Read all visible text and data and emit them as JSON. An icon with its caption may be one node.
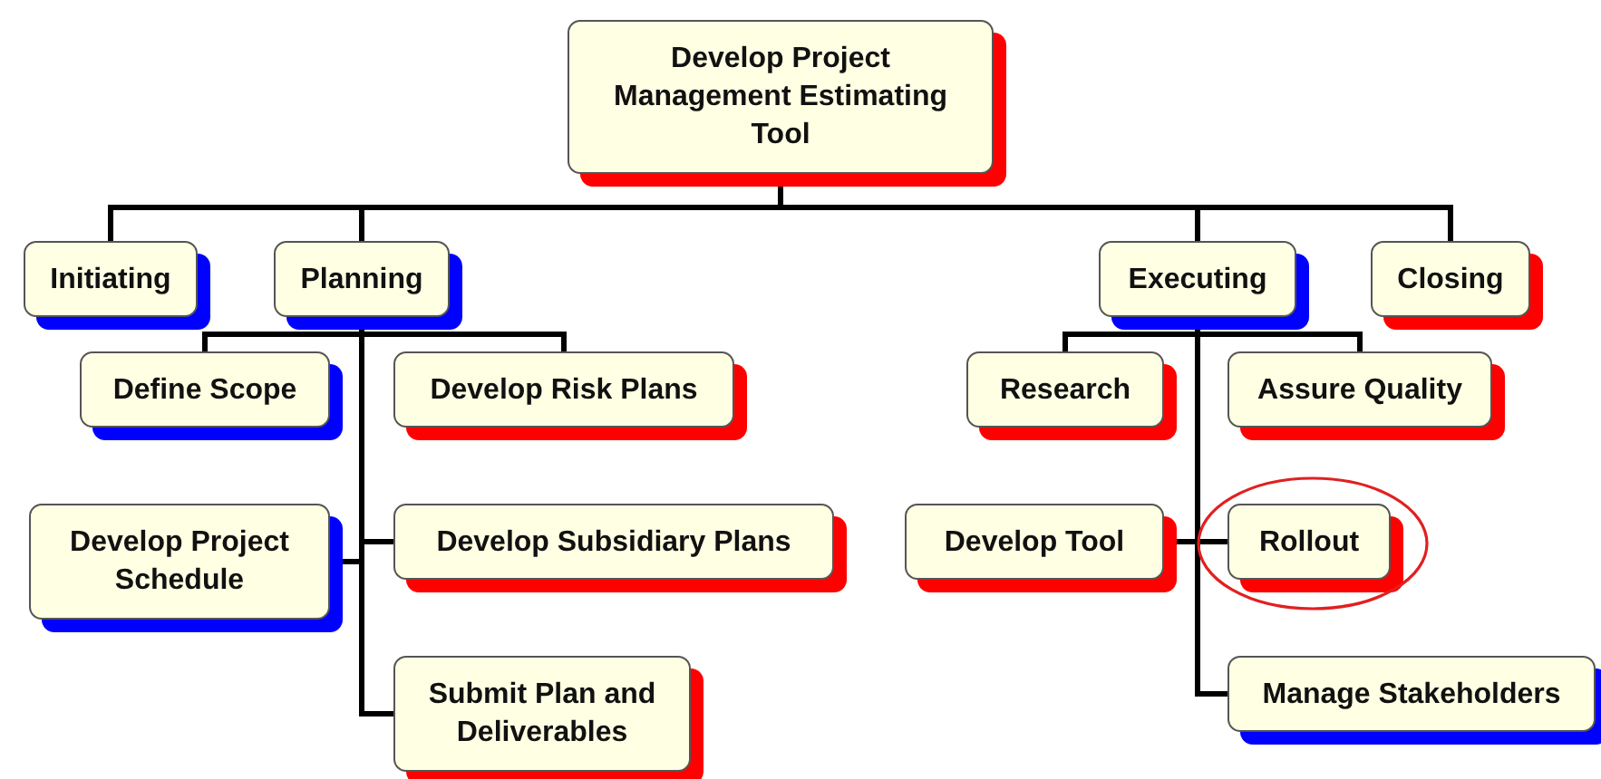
{
  "diagram": {
    "nodes": [
      {
        "text": [
          "Develop Project Management Estimating Tool"
        ]
      },
      {
        "text": [
          "Initiating"
        ]
      },
      {
        "text": [
          "Planning"
        ]
      },
      {
        "text": [
          "Executing"
        ]
      },
      {
        "text": [
          "Closing"
        ]
      },
      {
        "text": [
          "Define Scope"
        ]
      },
      {
        "text": [
          "Develop Risk Plans"
        ]
      },
      {
        "text": [
          "Research"
        ]
      },
      {
        "text": [
          "Assure Quality"
        ]
      },
      {
        "text": [
          "Develop Project Schedule"
        ]
      },
      {
        "text": [
          "Develop Subsidiary Plans"
        ]
      },
      {
        "text": [
          "Develop Tool"
        ]
      },
      {
        "text": [
          "Rollout"
        ]
      },
      {
        "text": [
          "Submit Plan and Deliverables"
        ]
      },
      {
        "text": [
          "Manage Stakeholders"
        ]
      }
    ],
    "edges": [
      {
        "from": 0,
        "to": 1,
        "arrow": "none"
      },
      {
        "from": 0,
        "to": 2,
        "arrow": "none"
      },
      {
        "from": 0,
        "to": 3,
        "arrow": "none"
      },
      {
        "from": 0,
        "to": 4,
        "arrow": "none"
      },
      {
        "from": 2,
        "to": 5,
        "arrow": "none"
      },
      {
        "from": 2,
        "to": 6,
        "arrow": "none"
      },
      {
        "from": 2,
        "to": 9,
        "arrow": "none"
      },
      {
        "from": 2,
        "to": 10,
        "arrow": "none"
      },
      {
        "from": 2,
        "to": 13,
        "arrow": "none"
      },
      {
        "from": 3,
        "to": 7,
        "arrow": "none"
      },
      {
        "from": 3,
        "to": 8,
        "arrow": "none"
      },
      {
        "from": 3,
        "to": 11,
        "arrow": "none"
      },
      {
        "from": 3,
        "to": 12,
        "arrow": "none"
      },
      {
        "from": 3,
        "to": 14,
        "arrow": "none"
      }
    ]
  }
}
